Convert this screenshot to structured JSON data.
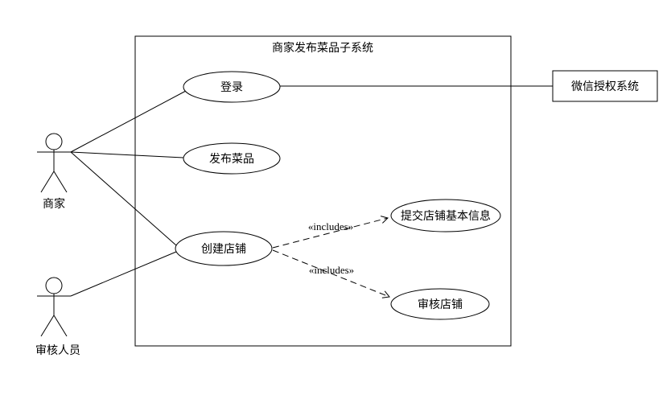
{
  "diagram": {
    "title": "商家发布菜品子系统",
    "actors": [
      {
        "name": "商家"
      },
      {
        "name": "审核人员"
      }
    ],
    "usecases": [
      {
        "label": "登录"
      },
      {
        "label": "发布菜品"
      },
      {
        "label": "创建店铺"
      },
      {
        "label": "提交店铺基本信息"
      },
      {
        "label": "审核店铺"
      }
    ],
    "external_system": {
      "label": "微信授权系统"
    },
    "include_labels": [
      {
        "text": "«includes»"
      },
      {
        "text": "«includes»"
      }
    ],
    "relationships": [
      {
        "from": "商家",
        "to": "登录",
        "type": "association"
      },
      {
        "from": "商家",
        "to": "发布菜品",
        "type": "association"
      },
      {
        "from": "商家",
        "to": "创建店铺",
        "type": "association"
      },
      {
        "from": "审核人员",
        "to": "创建店铺",
        "type": "association"
      },
      {
        "from": "登录",
        "to": "微信授权系统",
        "type": "association"
      },
      {
        "from": "创建店铺",
        "to": "提交店铺基本信息",
        "type": "include"
      },
      {
        "from": "创建店铺",
        "to": "审核店铺",
        "type": "include"
      }
    ],
    "colors": {
      "stroke": "#000000",
      "background": "#ffffff",
      "text": "#000000"
    }
  }
}
